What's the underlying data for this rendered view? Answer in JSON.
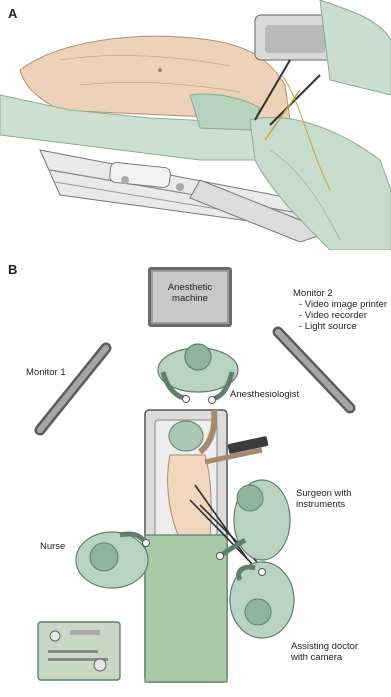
{
  "panels": {
    "a": {
      "letter": "A"
    },
    "b": {
      "letter": "B"
    }
  },
  "labels": {
    "anesthetic_machine": [
      "Anesthetic",
      "machine"
    ],
    "monitor_1": "Monitor 1",
    "monitor_2": [
      "Monitor 2",
      "- Video image printer",
      "- Video recorder",
      "- Light source"
    ],
    "anesthesiologist": "Anesthesiologist",
    "surgeon": [
      "Surgeon with",
      "instruments"
    ],
    "nurse": "Nurse",
    "assisting_doctor": [
      "Assisting doctor",
      "with camera"
    ]
  },
  "colors": {
    "scrubs": "#b9d3c3",
    "scrubs_dark": "#8fb39f",
    "drape": "#a9c8a6",
    "skin": "#f1d7bf",
    "table_gray": "#d6d6d6",
    "monitor_gray": "#8c8c8c"
  }
}
